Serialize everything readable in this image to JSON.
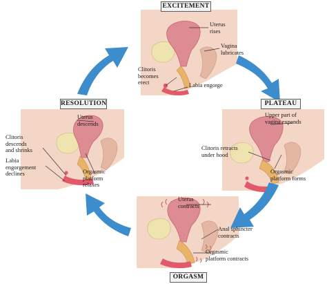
{
  "colors": {
    "arrow": "#3d8ccc",
    "skin": "#f3d6c6",
    "tissue_shadow": "#e4b7a2",
    "uterus": "#dd8c93",
    "uterus_dark": "#c95f6c",
    "vagina": "#e8b46a",
    "bladder": "#efe3b0",
    "platform": "#e25a6a",
    "leader": "#333333"
  },
  "stages": {
    "excitement": {
      "label": "EXCITEMENT",
      "annotations": {
        "uterus": "Uterus\nrises",
        "vagina": "Vagina\nlubricates",
        "clitoris": "Clitoris\nbecomes\nerect",
        "labia": "Labia engorge"
      }
    },
    "plateau": {
      "label": "PLATEAU",
      "annotations": {
        "upper_vagina": "Upper part of\nvagina expands",
        "clitoris": "Clitoris retracts\nunder hood",
        "platform": "Orgasmic\nplatform forms"
      }
    },
    "orgasm": {
      "label": "ORGASM",
      "annotations": {
        "uterus": "Uterus\ncontracts",
        "anal": "Anal sphincter\ncontracts",
        "platform": "Orgasmic\nplatform contracts"
      }
    },
    "resolution": {
      "label": "RESOLUTION",
      "annotations": {
        "uterus": "Uterus\ndescends",
        "clitoris": "Clitoris\ndescends\nand shrinks",
        "labia": "Labia\nengorgement\ndeclines",
        "platform": "Orgasmic\nplatform\nrelaxes"
      }
    }
  }
}
